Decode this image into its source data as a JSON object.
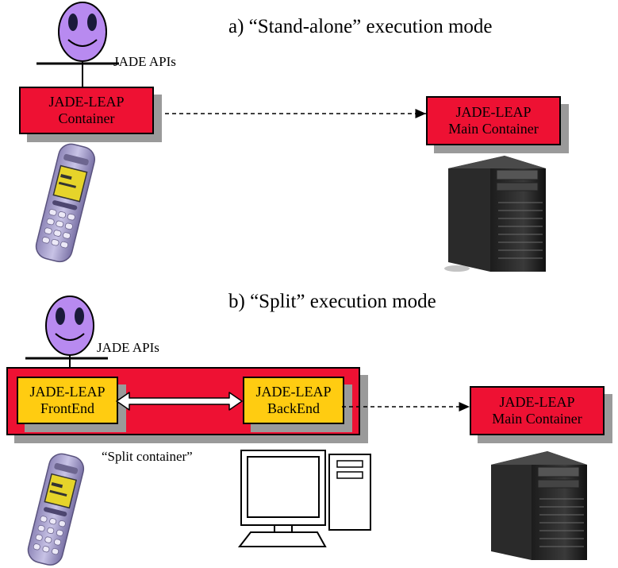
{
  "section_a": {
    "title": "a) “Stand-alone” execution mode",
    "api_label": "JADE APIs",
    "container": {
      "line1": "JADE-LEAP",
      "line2": "Container"
    },
    "main_container": {
      "line1": "JADE-LEAP",
      "line2": "Main Container"
    }
  },
  "section_b": {
    "title": "b) “Split” execution mode",
    "api_label": "JADE APIs",
    "frontend": {
      "line1": "JADE-LEAP",
      "line2": "FrontEnd"
    },
    "backend": {
      "line1": "JADE-LEAP",
      "line2": "BackEnd"
    },
    "main_container": {
      "line1": "JADE-LEAP",
      "line2": "Main Container"
    },
    "split_label": "“Split container”"
  },
  "colors": {
    "container_red": "#ee1133",
    "frontend_yellow": "#ffcc11",
    "agent_purple": "#b88af0",
    "shadow_gray": "#9a9a9a"
  },
  "icons": [
    "agent-smiley-icon",
    "mobile-phone-icon",
    "server-tower-icon",
    "desktop-computer-icon"
  ]
}
